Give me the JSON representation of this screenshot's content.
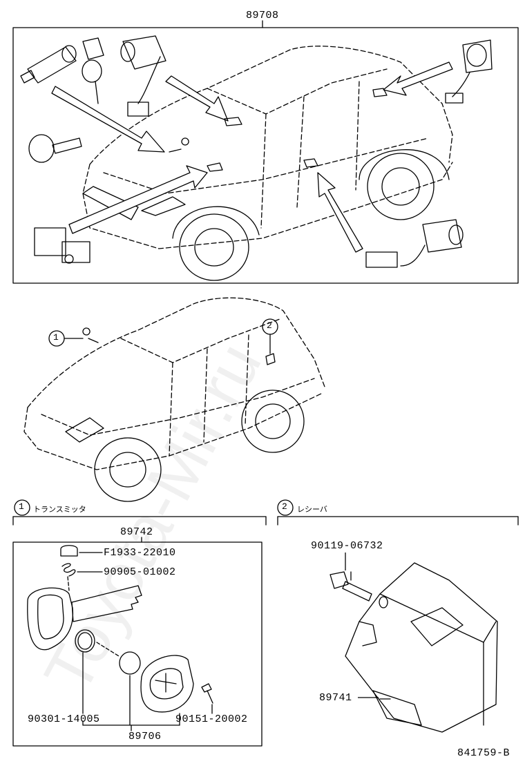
{
  "top": {
    "part_number": "89708"
  },
  "callouts": {
    "c1": "1",
    "c2": "2"
  },
  "section1": {
    "number": "1",
    "title": "トランスミッタ",
    "part_number": "89742",
    "labels": {
      "cap": "F1933-22010",
      "spring": "90905-01002",
      "oring": "90301-14005",
      "screw": "90151-20002",
      "case": "89706"
    }
  },
  "section2": {
    "number": "2",
    "title": "レシーバ",
    "labels": {
      "bolt": "90119-06732",
      "receiver": "89741"
    }
  },
  "illustration_id": "841759-B",
  "watermark": "Toyota-Mir.ru"
}
